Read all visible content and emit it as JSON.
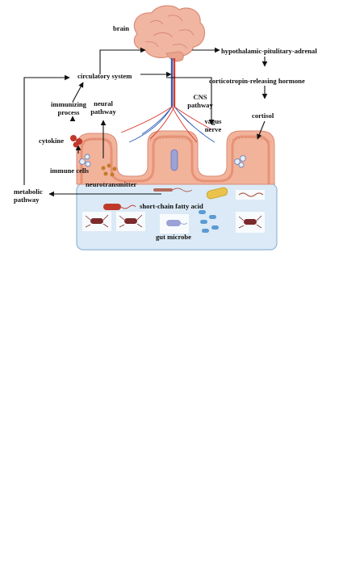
{
  "labels": {
    "brain": "brain",
    "hpa": "hypothalamic-pitulitary-adrenal",
    "crh": "corticotropin-releasing hormone",
    "cortisol": "cortisol",
    "circulatory": "circulatory system",
    "cns_1": "CNS",
    "cns_2": "pathway",
    "vagus_1": "vagus",
    "vagus_2": "nerve",
    "immunizing_1": "immunizing",
    "immunizing_2": "process",
    "neural_1": "neural",
    "neural_2": "pathway",
    "cytokine": "cytokine",
    "immune_cells": "immune cells",
    "neurotransmitter": "neurotransmitter",
    "metabolic_1": "metabolic",
    "metabolic_2": "pathway",
    "scfa": "short-chain fatty acid",
    "gut_microbe": "gut microbe"
  },
  "colors": {
    "brain": "#f1b6a1",
    "brain_outline": "#d98b77",
    "intestine_wall": "#f2b39b",
    "intestine_band": "#e79276",
    "lumen": "#dbeaf6",
    "lumen_border": "#8fb7d6",
    "artery": "#d93a2f",
    "vein": "#2f5fb3",
    "arrow": "#111111"
  }
}
